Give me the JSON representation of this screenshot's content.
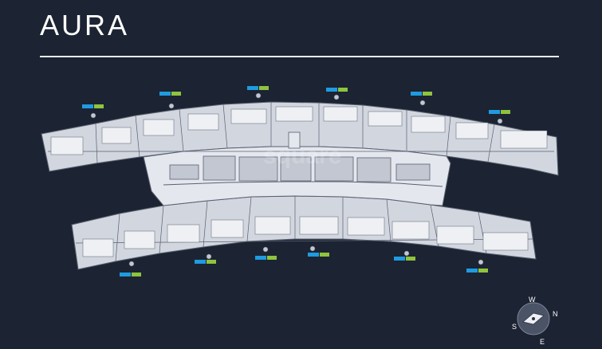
{
  "project": {
    "title": "AURA",
    "watermark": "square"
  },
  "compass": {
    "north": "N",
    "south": "S",
    "east": "E",
    "west": "W"
  },
  "colors": {
    "background": "#1c2333",
    "floor": "#e4e7ee",
    "wall": "#59606f",
    "apartment": "#d2d6df",
    "core": "#c2c7d1",
    "area_blue": "#1f9be0",
    "area_green": "#8fc43e"
  }
}
